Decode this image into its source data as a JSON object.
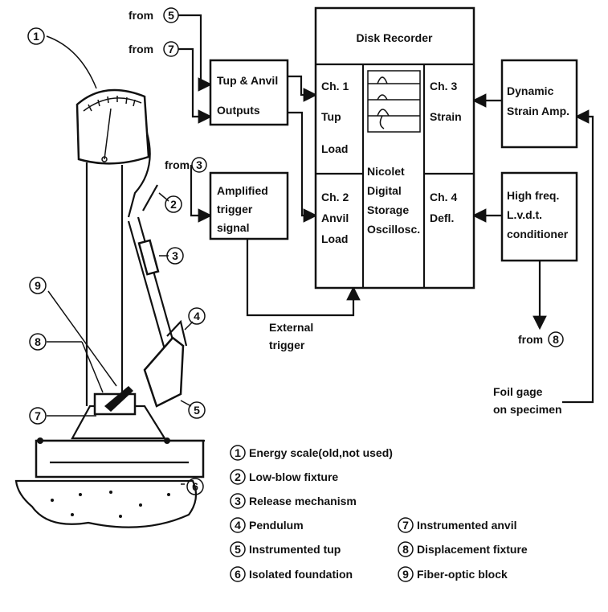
{
  "sources": {
    "from5": "from",
    "from5_num": "5",
    "from7": "from",
    "from7_num": "7",
    "from3": "from",
    "from3_num": "3",
    "from8": "from",
    "from8_num": "8"
  },
  "blocks": {
    "tup_anvil": [
      "Tup & Anvil",
      "Outputs"
    ],
    "trigger": [
      "Amplified",
      "trigger",
      "signal"
    ],
    "disk_recorder": "Disk Recorder",
    "ch1": [
      "Ch. 1",
      "Tup",
      "Load"
    ],
    "ch2": [
      "Ch. 2",
      "Anvil",
      "Load"
    ],
    "ch3": [
      "Ch. 3",
      "Strain"
    ],
    "ch4": [
      "Ch. 4",
      "Defl."
    ],
    "oscilloscope": [
      "Nicolet",
      "Digital",
      "Storage",
      "Oscillosc."
    ],
    "strain_amp": [
      "Dynamic",
      "Strain Amp."
    ],
    "lvdt": [
      "High freq.",
      "L.v.d.t.",
      "conditioner"
    ]
  },
  "labels": {
    "external_trigger": [
      "External",
      "trigger"
    ],
    "foil_gage": [
      "Foil gage",
      "on specimen"
    ]
  },
  "callouts": [
    "1",
    "2",
    "3",
    "4",
    "5",
    "6",
    "7",
    "8",
    "9"
  ],
  "legend": [
    {
      "num": "1",
      "text": "Energy scale(old,not used)"
    },
    {
      "num": "2",
      "text": "Low-blow fixture"
    },
    {
      "num": "3",
      "text": "Release mechanism"
    },
    {
      "num": "4",
      "text": "Pendulum"
    },
    {
      "num": "5",
      "text": "Instrumented tup"
    },
    {
      "num": "6",
      "text": "Isolated foundation"
    },
    {
      "num": "7",
      "text": "Instrumented anvil"
    },
    {
      "num": "8",
      "text": "Displacement fixture"
    },
    {
      "num": "9",
      "text": "Fiber-optic block"
    }
  ]
}
